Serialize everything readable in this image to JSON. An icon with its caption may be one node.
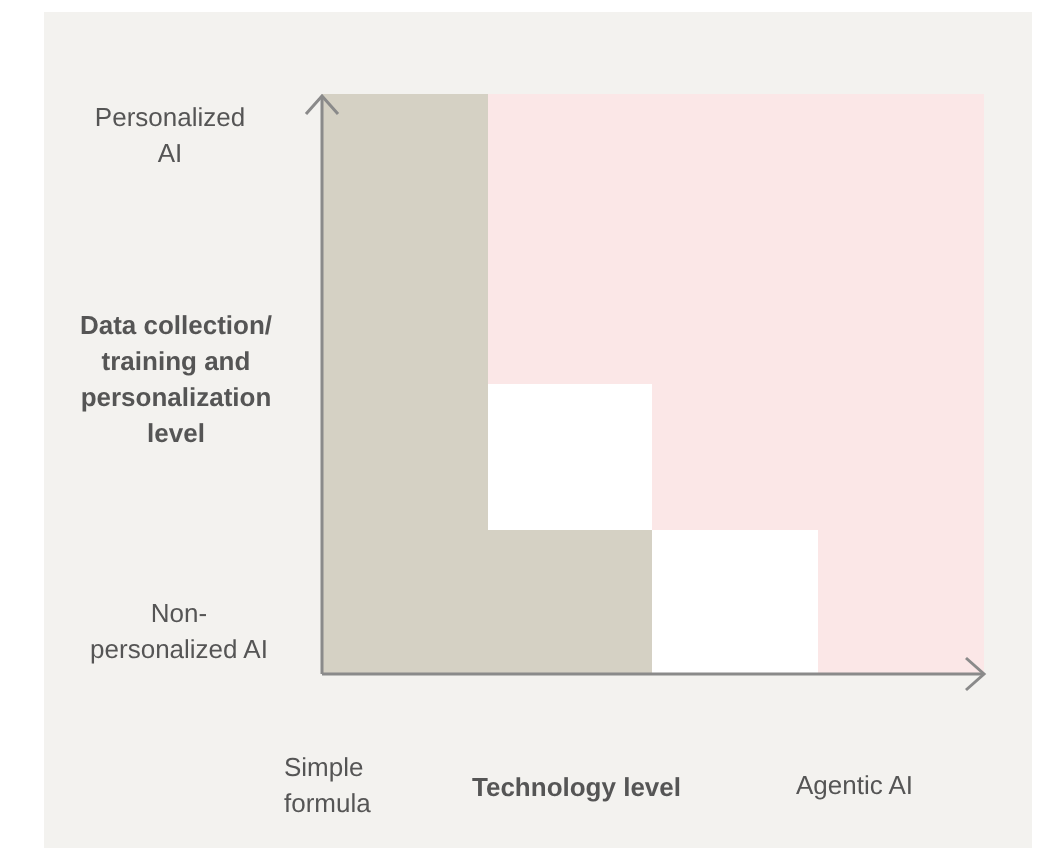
{
  "diagram": {
    "labels": [
      "Personalized AI",
      "Data collection/ training and personalization level",
      "Non-personalized AI",
      "Simple formula",
      "Technology level",
      "Agentic AI"
    ]
  }
}
